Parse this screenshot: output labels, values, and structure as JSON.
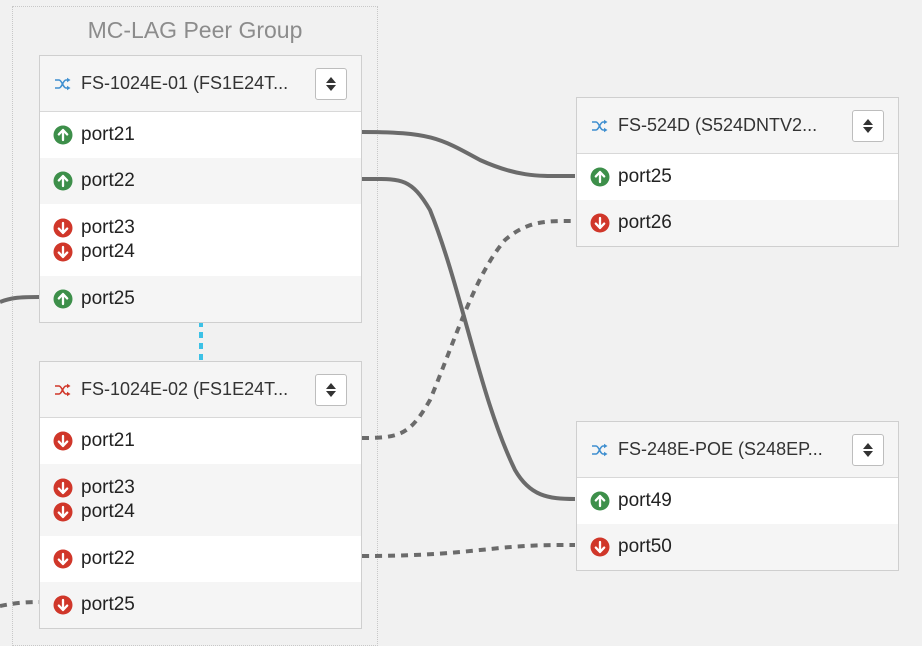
{
  "colors": {
    "up": "#3d8f4a",
    "down": "#d0372a",
    "switch_icon_primary": "#3f8fd0",
    "switch_icon_secondary": "#d0372a",
    "link_solid": "#6b6b6b",
    "peer_link": "#3cc1e6"
  },
  "group": {
    "title": "MC-LAG Peer Group"
  },
  "switches": [
    {
      "id": "fs1024e01",
      "title": "FS-1024E-01 (FS1E24T...",
      "icon": "switch-icon-blue",
      "rows": [
        {
          "ports": [
            {
              "name": "port21",
              "status": "up"
            }
          ]
        },
        {
          "ports": [
            {
              "name": "port22",
              "status": "up"
            }
          ]
        },
        {
          "ports": [
            {
              "name": "port23",
              "status": "down"
            },
            {
              "name": "port24",
              "status": "down"
            }
          ]
        },
        {
          "ports": [
            {
              "name": "port25",
              "status": "up"
            }
          ]
        }
      ]
    },
    {
      "id": "fs1024e02",
      "title": "FS-1024E-02 (FS1E24T...",
      "icon": "switch-icon-red",
      "rows": [
        {
          "ports": [
            {
              "name": "port21",
              "status": "down"
            }
          ]
        },
        {
          "ports": [
            {
              "name": "port23",
              "status": "down"
            },
            {
              "name": "port24",
              "status": "down"
            }
          ]
        },
        {
          "ports": [
            {
              "name": "port22",
              "status": "down"
            }
          ]
        },
        {
          "ports": [
            {
              "name": "port25",
              "status": "down"
            }
          ]
        }
      ]
    },
    {
      "id": "fs524d",
      "title": "FS-524D (S524DNTV2...",
      "icon": "switch-icon-blue",
      "rows": [
        {
          "ports": [
            {
              "name": "port25",
              "status": "up"
            }
          ]
        },
        {
          "ports": [
            {
              "name": "port26",
              "status": "down"
            }
          ]
        }
      ]
    },
    {
      "id": "fs248epoe",
      "title": "FS-248E-POE (S248EP...",
      "icon": "switch-icon-blue",
      "rows": [
        {
          "ports": [
            {
              "name": "port49",
              "status": "up"
            }
          ]
        },
        {
          "ports": [
            {
              "name": "port50",
              "status": "down"
            }
          ]
        }
      ]
    }
  ]
}
